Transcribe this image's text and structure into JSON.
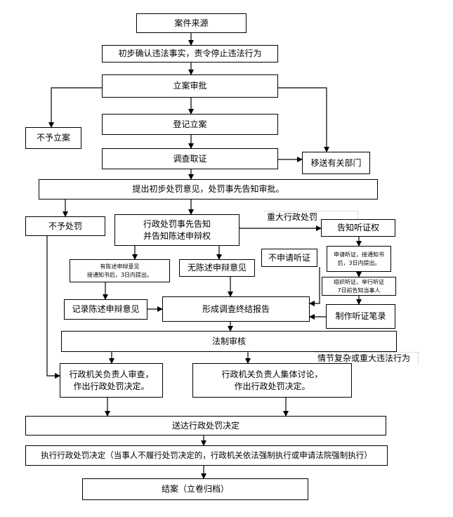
{
  "nodes": {
    "source": "案件来源",
    "confirm": "初步确认违法事实，责令停止违法行为",
    "approve": "立案审批",
    "no_case": "不予立案",
    "register": "登记立案",
    "investigate": "调查取证",
    "transfer": "移送有关部门",
    "opinion": "提出初步处罚意见，处罚事先告知审批。",
    "no_penalty": "不予处罚",
    "prior_notice_1": "行政处罚事先告知",
    "prior_notice_2": "并告知陈述申辩权",
    "major_label": "重大行政处罚",
    "hearing_right": "告知听证权",
    "has_statement_1": "有陈述申辩意见",
    "has_statement_2": "接通知书后，3日内提出。",
    "no_statement": "无陈述申辩意见",
    "no_hearing": "不申请听证",
    "apply_hearing_1": "申请听证，接通知书",
    "apply_hearing_2": "后，3日内提出。",
    "org_hearing_1": "组织听证，举行听证",
    "org_hearing_2": "7日前告知当事人",
    "record_statement": "记录陈述申辩意见",
    "final_report": "形成调查终结报告",
    "hearing_notes": "制作听证笔录",
    "legal_review": "法制审核",
    "complex_label": "情节复杂或重大违法行为",
    "head_review_1": "行政机关负责人审查，",
    "head_review_2": "作出行政处罚决定。",
    "collective_1": "行政机关负责人集体讨论，",
    "collective_2": "作出行政处罚决定。",
    "deliver": "送达行政处罚决定",
    "execute": "执行行政处罚决定（当事人不履行处罚决定的，行政机关依法强制执行或申请法院强制执行）",
    "close": "结案（立卷归档）"
  }
}
